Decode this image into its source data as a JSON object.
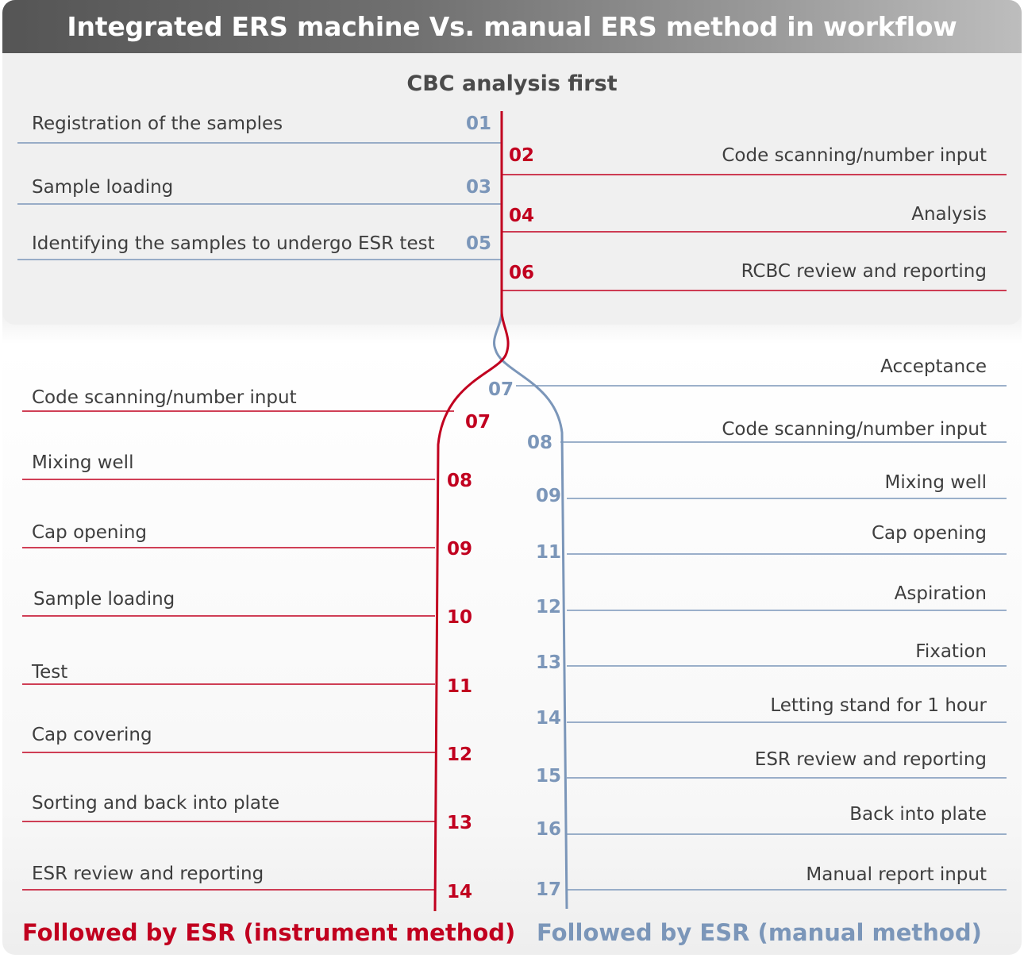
{
  "title": "Integrated ERS machine Vs. manual ERS method in workflow",
  "subtitle": "CBC analysis first",
  "colors": {
    "instrument": "#c1001f",
    "manual": "#7b96b9",
    "header": "#6a6a6a"
  },
  "top_steps": {
    "left": [
      {
        "num": "01",
        "label": "Registration of the samples"
      },
      {
        "num": "03",
        "label": "Sample loading"
      },
      {
        "num": "05",
        "label": "Identifying the samples to undergo ESR test"
      }
    ],
    "right": [
      {
        "num": "02",
        "label": "Code scanning/number input"
      },
      {
        "num": "04",
        "label": "Analysis"
      },
      {
        "num": "06",
        "label": "RCBC review and reporting"
      }
    ]
  },
  "instrument_steps": [
    {
      "num": "07",
      "label": "Code scanning/number input"
    },
    {
      "num": "08",
      "label": "Mixing well"
    },
    {
      "num": "09",
      "label": "Cap opening"
    },
    {
      "num": "10",
      "label": "Sample loading"
    },
    {
      "num": "11",
      "label": "Test"
    },
    {
      "num": "12",
      "label": "Cap covering"
    },
    {
      "num": "13",
      "label": "Sorting and back into plate"
    },
    {
      "num": "14",
      "label": "ESR review and reporting"
    }
  ],
  "manual_steps": [
    {
      "num": "07",
      "label": "Acceptance"
    },
    {
      "num": "08",
      "label": "Code scanning/number input"
    },
    {
      "num": "09",
      "label": "Mixing well"
    },
    {
      "num": "11",
      "label": "Cap opening"
    },
    {
      "num": "12",
      "label": "Aspiration"
    },
    {
      "num": "13",
      "label": "Fixation"
    },
    {
      "num": "14",
      "label": "Letting stand for 1 hour"
    },
    {
      "num": "15",
      "label": "ESR review and reporting"
    },
    {
      "num": "16",
      "label": "Back into plate"
    },
    {
      "num": "17",
      "label": "Manual report input"
    }
  ],
  "footer": {
    "instrument": "Followed by ESR (instrument method)",
    "manual": "Followed by ESR (manual method)"
  }
}
